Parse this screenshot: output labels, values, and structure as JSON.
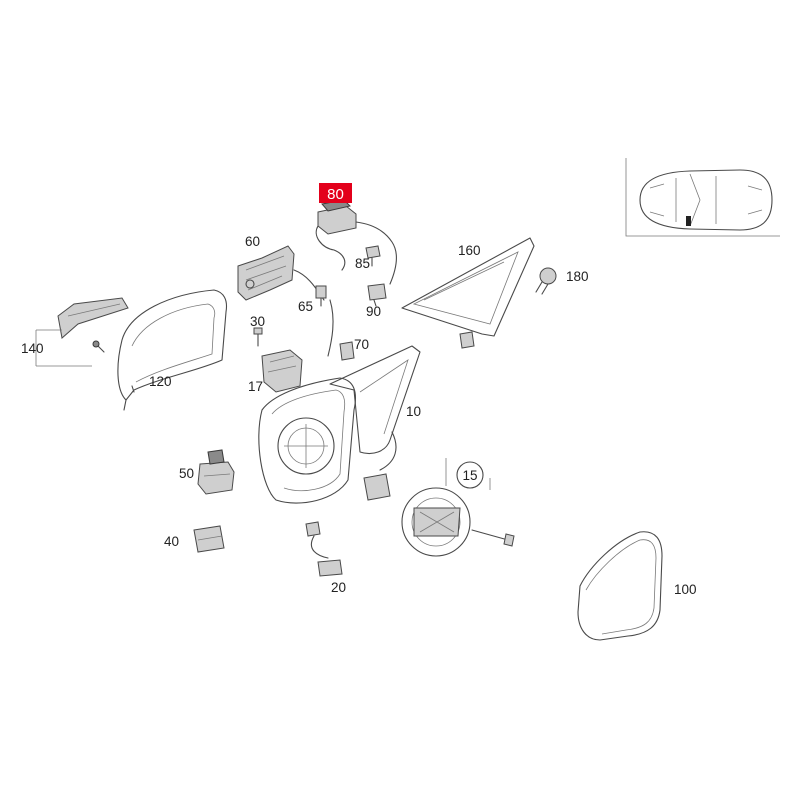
{
  "highlight_color": "#e3001b",
  "callouts": {
    "p80": "80",
    "p60": "60",
    "p85": "85",
    "p160": "160",
    "p180": "180",
    "p90": "90",
    "p65": "65",
    "p30": "30",
    "p70": "70",
    "p140": "140",
    "p120": "120",
    "p17": "17",
    "p10": "10",
    "p50": "50",
    "p15": "15",
    "p40": "40",
    "p20": "20",
    "p100": "100"
  },
  "highlighted_part": "80",
  "inset_icon": "car-top-view-icon"
}
